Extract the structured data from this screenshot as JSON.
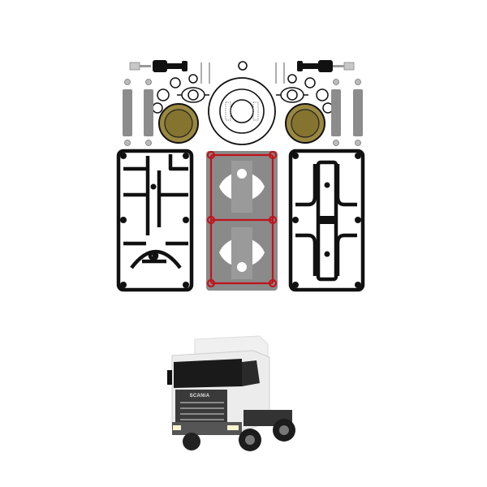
{
  "image": {
    "description": "Air compressor repair kit parts layout with Scania truck",
    "kit": {
      "parts": [
        "bolts",
        "valve plungers",
        "pins",
        "o-rings",
        "washers",
        "springs",
        "reed straps",
        "gold diaphragms",
        "flange gaskets",
        "valve plate gaskets"
      ],
      "gasket_colors": {
        "black": "#111111",
        "grey_plate": "#8a8a8a",
        "red_bead": "#c0141c",
        "gold": "#8a7a3a"
      }
    },
    "truck": {
      "brand_badge": "SCANIA",
      "cab_color": "#e8e8e8"
    }
  }
}
